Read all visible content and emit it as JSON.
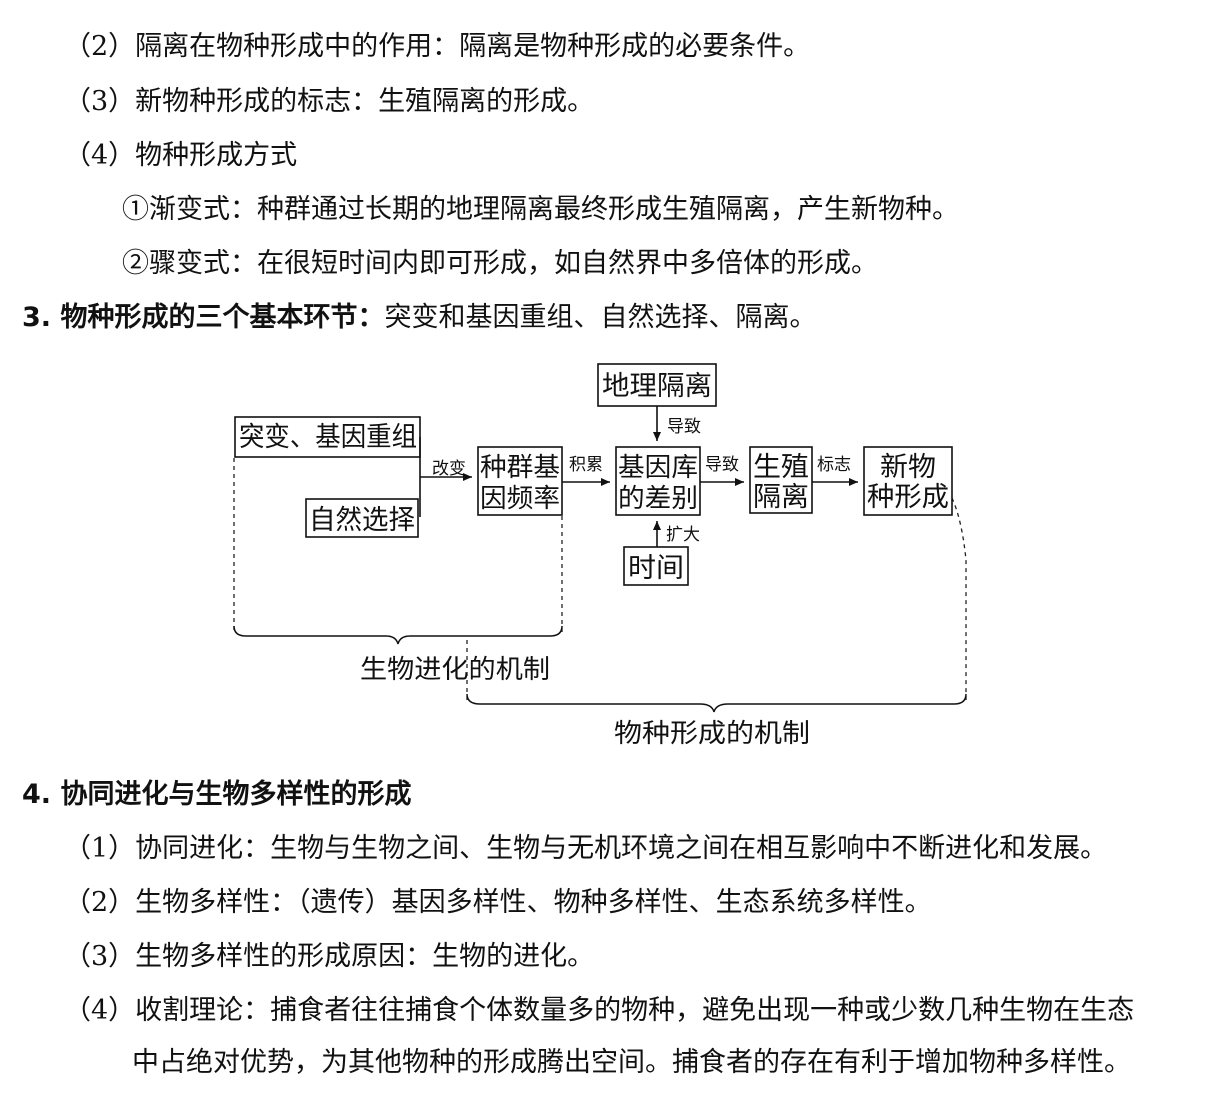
{
  "lines": {
    "l1": "（2）隔离在物种形成中的作用：隔离是物种形成的必要条件。",
    "l2": "（3）新物种形成的标志：生殖隔离的形成。",
    "l3": "（4）物种形成方式",
    "l4": "①渐变式：种群通过长期的地理隔离最终形成生殖隔离，产生新物种。",
    "l5": "②骤变式：在很短时间内即可形成，如自然界中多倍体的形成。"
  },
  "section3": {
    "num": "3.",
    "title": "物种形成的三个基本环节：",
    "rest": "突变和基因重组、自然选择、隔离。"
  },
  "diagram": {
    "box_mutation": "突变、基因重组",
    "box_selection": "自然选择",
    "box_freq_1": "种群基",
    "box_freq_2": "因频率",
    "box_geo": "地理隔离",
    "box_pool_1": "基因库",
    "box_pool_2": "的差别",
    "box_time": "时间",
    "box_repro_1": "生殖",
    "box_repro_2": "隔离",
    "box_new_1": "新物",
    "box_new_2": "种形成",
    "label_change": "改变",
    "label_accum": "积累",
    "label_lead1": "导致",
    "label_lead2": "导致",
    "label_expand": "扩大",
    "label_mark": "标志",
    "brace_evolution": "生物进化的机制",
    "brace_speciation": "物种形成的机制"
  },
  "section4": {
    "num": "4.",
    "title": "协同进化与生物多样性的形成",
    "items": [
      "（1）协同进化：生物与生物之间、生物与无机环境之间在相互影响中不断进化和发展。",
      "（2）生物多样性：（遗传）基因多样性、物种多样性、生态系统多样性。",
      "（3）生物多样性的形成原因：生物的进化。",
      "（4）收割理论：捕食者往往捕食个体数量多的物种，避免出现一种或少数几种生物在生态",
      "中占绝对优势，为其他物种的形成腾出空间。捕食者的存在有利于增加物种多样性。"
    ]
  }
}
